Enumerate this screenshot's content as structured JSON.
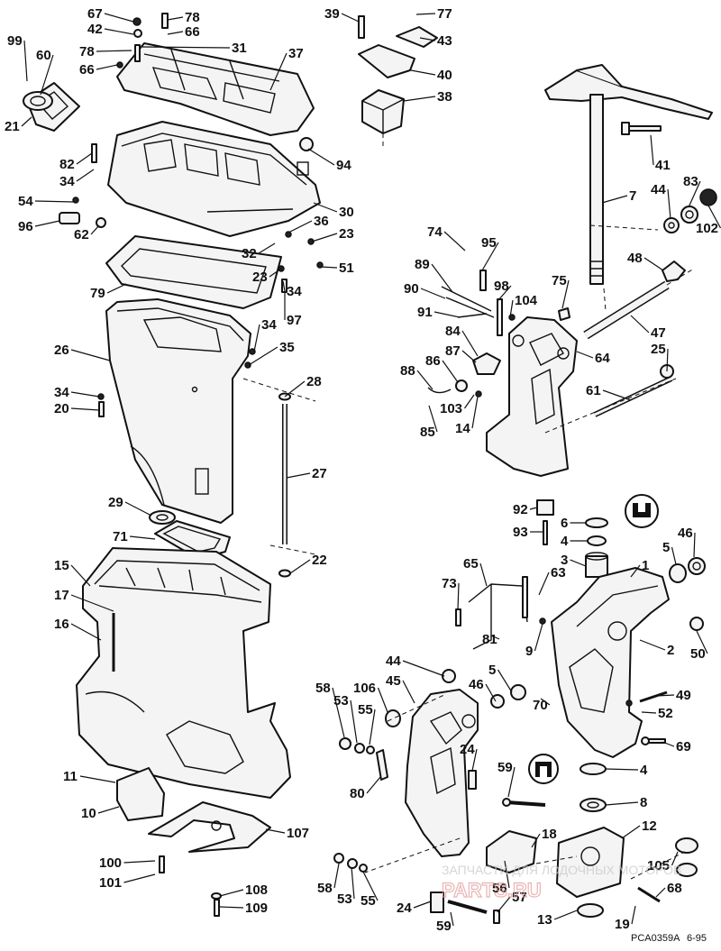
{
  "document": {
    "figure_code": "PCA0359A",
    "date_code": "6-95",
    "watermark_top": "ЗАПЧАСТИ ДЛЯ ЛОДОЧНЫХ МОТОРОВ",
    "watermark_logo": "PARTS.RU"
  },
  "callouts": [
    {
      "id": "c99",
      "text": "99"
    },
    {
      "id": "c60",
      "text": "60"
    },
    {
      "id": "c21",
      "text": "21"
    },
    {
      "id": "c67",
      "text": "67"
    },
    {
      "id": "c42",
      "text": "42"
    },
    {
      "id": "c78a",
      "text": "78"
    },
    {
      "id": "c66a",
      "text": "66"
    },
    {
      "id": "c78b",
      "text": "78"
    },
    {
      "id": "c66b",
      "text": "66"
    },
    {
      "id": "c31",
      "text": "31"
    },
    {
      "id": "c37",
      "text": "37"
    },
    {
      "id": "c39",
      "text": "39"
    },
    {
      "id": "c77",
      "text": "77"
    },
    {
      "id": "c43",
      "text": "43"
    },
    {
      "id": "c40",
      "text": "40"
    },
    {
      "id": "c38",
      "text": "38"
    },
    {
      "id": "c82",
      "text": "82"
    },
    {
      "id": "c34a",
      "text": "34"
    },
    {
      "id": "c94",
      "text": "94"
    },
    {
      "id": "c54",
      "text": "54"
    },
    {
      "id": "c96",
      "text": "96"
    },
    {
      "id": "c62",
      "text": "62"
    },
    {
      "id": "c30",
      "text": "30"
    },
    {
      "id": "c36",
      "text": "36"
    },
    {
      "id": "c23a",
      "text": "23"
    },
    {
      "id": "c32",
      "text": "32"
    },
    {
      "id": "c51",
      "text": "51"
    },
    {
      "id": "c79",
      "text": "79"
    },
    {
      "id": "c23b",
      "text": "23"
    },
    {
      "id": "c34b",
      "text": "34"
    },
    {
      "id": "c97",
      "text": "97"
    },
    {
      "id": "c34c",
      "text": "34"
    },
    {
      "id": "c35",
      "text": "35"
    },
    {
      "id": "c26",
      "text": "26"
    },
    {
      "id": "c28",
      "text": "28"
    },
    {
      "id": "c34d",
      "text": "34"
    },
    {
      "id": "c20",
      "text": "20"
    },
    {
      "id": "c27",
      "text": "27"
    },
    {
      "id": "c29",
      "text": "29"
    },
    {
      "id": "c71",
      "text": "71"
    },
    {
      "id": "c22",
      "text": "22"
    },
    {
      "id": "c15",
      "text": "15"
    },
    {
      "id": "c17",
      "text": "17"
    },
    {
      "id": "c16",
      "text": "16"
    },
    {
      "id": "c11",
      "text": "11"
    },
    {
      "id": "c10",
      "text": "10"
    },
    {
      "id": "c107",
      "text": "107"
    },
    {
      "id": "c100",
      "text": "100"
    },
    {
      "id": "c101",
      "text": "101"
    },
    {
      "id": "c108",
      "text": "108"
    },
    {
      "id": "c109",
      "text": "109"
    },
    {
      "id": "c41",
      "text": "41"
    },
    {
      "id": "c7",
      "text": "7"
    },
    {
      "id": "c44a",
      "text": "44"
    },
    {
      "id": "c83",
      "text": "83"
    },
    {
      "id": "c102",
      "text": "102"
    },
    {
      "id": "c48",
      "text": "48"
    },
    {
      "id": "c74",
      "text": "74"
    },
    {
      "id": "c95",
      "text": "95"
    },
    {
      "id": "c89",
      "text": "89"
    },
    {
      "id": "c90",
      "text": "90"
    },
    {
      "id": "c98",
      "text": "98"
    },
    {
      "id": "c104",
      "text": "104"
    },
    {
      "id": "c75",
      "text": "75"
    },
    {
      "id": "c91",
      "text": "91"
    },
    {
      "id": "c84",
      "text": "84"
    },
    {
      "id": "c47",
      "text": "47"
    },
    {
      "id": "c87",
      "text": "87"
    },
    {
      "id": "c64",
      "text": "64"
    },
    {
      "id": "c25",
      "text": "25"
    },
    {
      "id": "c88",
      "text": "88"
    },
    {
      "id": "c86",
      "text": "86"
    },
    {
      "id": "c103",
      "text": "103"
    },
    {
      "id": "c61",
      "text": "61"
    },
    {
      "id": "c85",
      "text": "85"
    },
    {
      "id": "c14",
      "text": "14"
    },
    {
      "id": "c92",
      "text": "92"
    },
    {
      "id": "c6",
      "text": "6"
    },
    {
      "id": "c93",
      "text": "93"
    },
    {
      "id": "c4a",
      "text": "4"
    },
    {
      "id": "c46a",
      "text": "46"
    },
    {
      "id": "c3",
      "text": "3"
    },
    {
      "id": "c5a",
      "text": "5"
    },
    {
      "id": "c65",
      "text": "65"
    },
    {
      "id": "c73",
      "text": "73"
    },
    {
      "id": "c63",
      "text": "63"
    },
    {
      "id": "c1",
      "text": "1"
    },
    {
      "id": "c81",
      "text": "81"
    },
    {
      "id": "c9",
      "text": "9"
    },
    {
      "id": "c2",
      "text": "2"
    },
    {
      "id": "c50",
      "text": "50"
    },
    {
      "id": "c44b",
      "text": "44"
    },
    {
      "id": "c45",
      "text": "45"
    },
    {
      "id": "c5b",
      "text": "5"
    },
    {
      "id": "c58a",
      "text": "58"
    },
    {
      "id": "c106",
      "text": "106"
    },
    {
      "id": "c46b",
      "text": "46"
    },
    {
      "id": "c53a",
      "text": "53"
    },
    {
      "id": "c55a",
      "text": "55"
    },
    {
      "id": "c49",
      "text": "49"
    },
    {
      "id": "c70",
      "text": "70"
    },
    {
      "id": "c52",
      "text": "52"
    },
    {
      "id": "c69",
      "text": "69"
    },
    {
      "id": "c24a",
      "text": "24"
    },
    {
      "id": "c4b",
      "text": "4"
    },
    {
      "id": "c80",
      "text": "80"
    },
    {
      "id": "c59a",
      "text": "59"
    },
    {
      "id": "c8",
      "text": "8"
    },
    {
      "id": "c12",
      "text": "12"
    },
    {
      "id": "c18",
      "text": "18"
    },
    {
      "id": "c105",
      "text": "105"
    },
    {
      "id": "c58b",
      "text": "58"
    },
    {
      "id": "c53b",
      "text": "53"
    },
    {
      "id": "c55b",
      "text": "55"
    },
    {
      "id": "c56",
      "text": "56"
    },
    {
      "id": "c57",
      "text": "57"
    },
    {
      "id": "c68",
      "text": "68"
    },
    {
      "id": "c24b",
      "text": "24"
    },
    {
      "id": "c59b",
      "text": "59"
    },
    {
      "id": "c13",
      "text": "13"
    },
    {
      "id": "c19",
      "text": "19"
    }
  ]
}
